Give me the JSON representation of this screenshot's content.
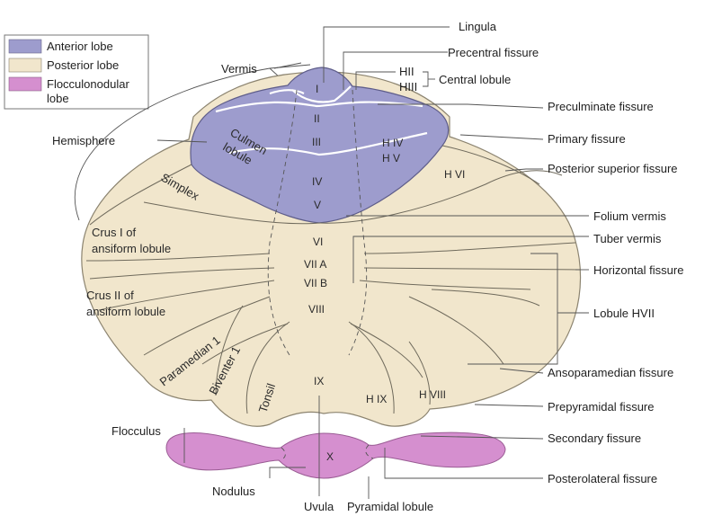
{
  "colors": {
    "anterior": "#9d9ccd",
    "anterior_dark": "#7f7eb7",
    "posterior": "#f1e6cc",
    "posterior_edge": "#8c8470",
    "flocculonodular": "#d58fcf",
    "flocculonodular_light": "#f3d3ef"
  },
  "legend": [
    {
      "label": "Anterior lobe",
      "color_key": "anterior"
    },
    {
      "label": "Posterior lobe",
      "color_key": "posterior"
    },
    {
      "label": "Flocculonodular",
      "label2": "lobe",
      "color_key": "flocculonodular"
    }
  ],
  "right_labels": {
    "lingula": "Lingula",
    "precentral_fissure": "Precentral fissure",
    "hii": "HII",
    "hiii": "HIII",
    "central_lobule": "Central lobule",
    "preculminate_fissure": "Preculminate fissure",
    "primary_fissure": "Primary fissure",
    "posterior_superior_fissure": "Posterior superior fissure",
    "folium_vermis": "Folium vermis",
    "tuber_vermis": "Tuber vermis",
    "horizontal_fissure": "Horizontal fissure",
    "lobule_hvii": "Lobule HVII",
    "ansoparamedian_fissure": "Ansoparamedian fissure",
    "prepyramidal_fissure": "Prepyramidal fissure",
    "secondary_fissure": "Secondary fissure",
    "posterolateral_fissure": "Posterolateral fissure"
  },
  "left_labels": {
    "vermis": "Vermis",
    "hemisphere": "Hemisphere",
    "flocculus": "Flocculus",
    "nodulus": "Nodulus",
    "uvula": "Uvula",
    "pyramidal_lobule": "Pyramidal lobule"
  },
  "inner_labels": {
    "culmen_1": "Culmen",
    "culmen_2": "lobule",
    "simplex": "Simplex",
    "crus1_1": "Crus I of",
    "crus1_2": "ansiform lobule",
    "crus2_1": "Crus II of",
    "crus2_2": "ansiform lobule",
    "paramedian": "Paramedian 1",
    "biventer": "Biventer 1",
    "tonsil": "Tonsil",
    "hiv": "H IV",
    "hv": "H V",
    "hvi": "H VI",
    "hix": "H IX",
    "hviii": "H VIII"
  },
  "lobules": {
    "i": "I",
    "ii": "II",
    "iii": "III",
    "iv": "IV",
    "v": "V",
    "vi": "VI",
    "viia": "VII A",
    "viib": "VII B",
    "viii": "VIII",
    "ix": "IX",
    "x": "X"
  }
}
